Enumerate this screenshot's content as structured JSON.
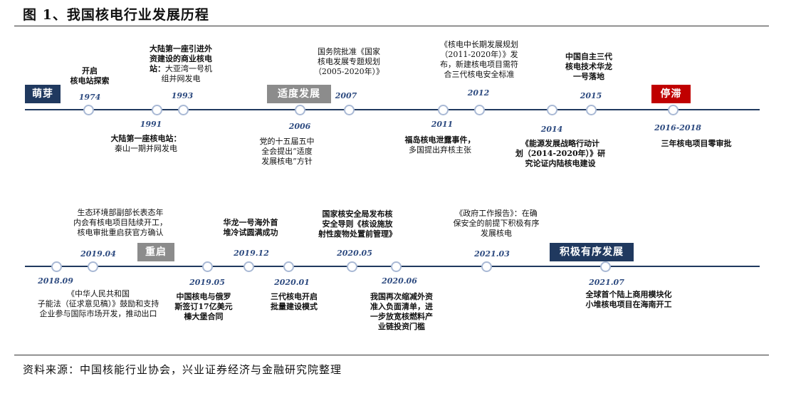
{
  "figure_title": "图 1、我国核电行业发展历程",
  "source_note": "资料来源：中国核能行业协会，兴业证券经济与金融研究院整理",
  "colors": {
    "axis": "#20395f",
    "stage_blue": "#20395f",
    "stage_gray": "#8c8c8c",
    "stage_red": "#c00000",
    "year": "#2e4b80",
    "dot_ring": "#a9b9d5"
  },
  "stages": {
    "mengya": "萌芽",
    "shidu": "适度发展",
    "tingzhi": "停滞",
    "chongqi": "重启",
    "jiji": "积极有序发展"
  },
  "top_row": [
    {
      "year": "1974",
      "text": "开启\n核电站探索",
      "bold": "开启\n核电站探索",
      "rest": ""
    },
    {
      "year": "1991",
      "text": "大陆第一座核电站：\n秦山一期并网发电",
      "bold": "大陆第一座核电站：",
      "rest": "\n秦山一期并网发电"
    },
    {
      "year": "1993",
      "text": "大陆第一座引进外\n资建设的商业核电\n站：大亚湾一号机\n组并网发电",
      "bold": "大陆第一座引进外\n资建设的商业核电\n站：",
      "rest": "大亚湾一号机\n组并网发电"
    },
    {
      "year": "2006",
      "text": "党的十五届五中\n全会提出“适度\n发展核电”方针",
      "bold": "",
      "rest": ""
    },
    {
      "year": "2007",
      "text": "国务院批准《国家\n核电发展专题规划\n（2005-2020年）》",
      "bold": "",
      "rest": ""
    },
    {
      "year": "2011",
      "text": "福岛核电泄露事件，\n多国提出弃核主张",
      "bold": "福岛核电泄露事件，",
      "rest": "\n多国提出弃核主张"
    },
    {
      "year": "2012",
      "text": "《核电中长期发展规划\n（2011-2020年）》发\n布，新建核电项目需符\n合三代核电安全标准",
      "bold": "",
      "rest": ""
    },
    {
      "year": "2014",
      "text": "《能源发展战略行动计\n划（2014-2020年）》研\n究论证内陆核电建设",
      "bold": "",
      "rest": ""
    },
    {
      "year": "2015",
      "text": "中国自主三代\n核电技术华龙\n一号落地",
      "bold": "中国自主三代\n核电技术华龙\n一号落地",
      "rest": ""
    },
    {
      "year": "2016-2018",
      "text": "三年核电项目零审批",
      "bold": "三年核电项目零审批",
      "rest": ""
    }
  ],
  "bottom_row": [
    {
      "year": "2018.09",
      "text": "《中华人民共和国\n子能法（征求意见稿）》鼓励和支持\n企业参与国际市场开发，推动出口"
    },
    {
      "year": "2019.04",
      "text": "生态环境部副部长表态年\n内会有核电项目陆续开工，\n核电审批重启获官方确认"
    },
    {
      "year": "2019.05",
      "text": "中国核电与俄罗\n斯签订17亿美元\n榛大堡合同"
    },
    {
      "year": "2019.12",
      "text": "华龙一号海外首\n堆冷试圆满成功"
    },
    {
      "year": "2020.01",
      "text": "三代核电开启\n批量建设模式"
    },
    {
      "year": "2020.05",
      "text": "国家核安全局发布核\n安全导则《核设施放\n射性废物处置前管理》"
    },
    {
      "year": "2020.06",
      "text": "我国再次缩减外资\n准入负面清单，进\n一步放宽核燃料产\n业链投资门槛"
    },
    {
      "year": "2021.03",
      "text": "《政府工作报告》：在确\n保安全的前提下积极有序\n发展核电"
    },
    {
      "year": "2021.07",
      "text": "全球首个陆上商用模块化\n小堆核电项目在海南开工"
    }
  ]
}
